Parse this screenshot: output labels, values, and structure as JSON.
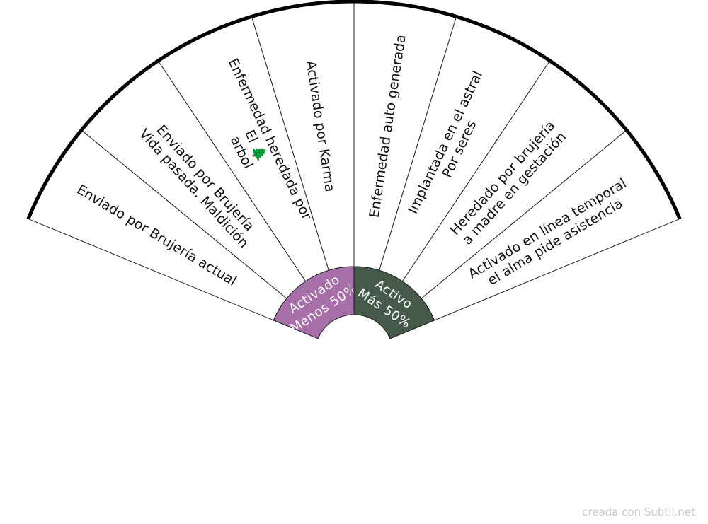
{
  "segments": [
    {
      "label": [
        "Enviado por Brujería actual"
      ]
    },
    {
      "label": [
        "Enviado por Brujería",
        "Vida pasada. Maldición"
      ]
    },
    {
      "label": [
        "Enfermedad heredada por",
        "El 🌲",
        "arbol"
      ]
    },
    {
      "label": [
        "Activado por Karma"
      ]
    },
    {
      "label": [
        "Enfermedad auto generada"
      ]
    },
    {
      "label": [
        "Implantada en el astral",
        "Por seres"
      ]
    },
    {
      "label": [
        "Heredado por brujería",
        "a madre en gestación"
      ]
    },
    {
      "label": [
        "Activado en línea temporal",
        "el alma pide asistencia"
      ]
    }
  ],
  "inner": [
    {
      "label": [
        "Activado",
        "Menos 50%"
      ],
      "color": "#a66fa8"
    },
    {
      "label": [
        "Activo",
        "Más 50%"
      ],
      "color": "#465a4b"
    }
  ],
  "colors": {
    "outline": "#000000",
    "divider": "#222222"
  },
  "credit": "creada con Subtil.net"
}
